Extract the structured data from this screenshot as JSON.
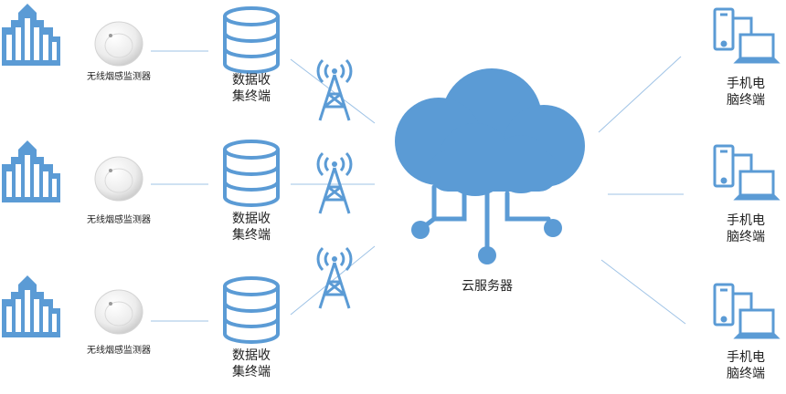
{
  "rows": [
    {
      "detector_label": "无线烟感监测器",
      "collector_label": "数据收\n集终端"
    },
    {
      "detector_label": "无线烟感监测器",
      "collector_label": "数据收\n集终端"
    },
    {
      "detector_label": "无线烟感监测器",
      "collector_label": "数据收\n集终端"
    }
  ],
  "server": {
    "label": "云服务器"
  },
  "clients": [
    {
      "label": "手机电\n脑终端"
    },
    {
      "label": "手机电\n脑终端"
    },
    {
      "label": "手机电\n脑终端"
    }
  ],
  "colors": {
    "icon": "#5b9bd5",
    "line": "#9fc3e6",
    "detector": "#e6e6e6"
  },
  "icons": [
    "building-icon",
    "smoke-detector-icon",
    "database-icon",
    "antenna-tower-icon",
    "cloud-server-icon",
    "phone-laptop-icon"
  ]
}
